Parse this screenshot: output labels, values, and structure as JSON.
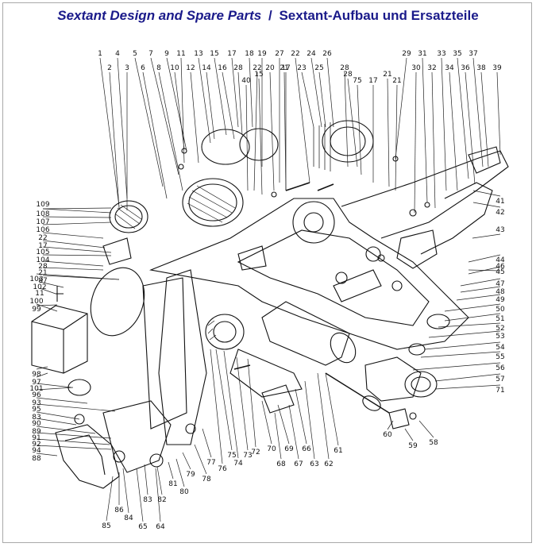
{
  "title": {
    "english": "Sextant Design and Spare Parts",
    "separator": "/",
    "german": "Sextant-Aufbau und Ersatzteile"
  },
  "colors": {
    "title": "#1a1a8a",
    "ink": "#111111",
    "frame": "#a9a9a9"
  },
  "part_numbers": {
    "top_row": [
      "1",
      "2",
      "3",
      "4",
      "5",
      "6",
      "7",
      "8",
      "9",
      "10",
      "11",
      "12",
      "13",
      "14",
      "15",
      "16",
      "17",
      "18",
      "19",
      "20",
      "21",
      "22",
      "23",
      "24",
      "25",
      "26",
      "27",
      "28",
      "28",
      "28",
      "29",
      "30",
      "31",
      "32",
      "33",
      "34",
      "35",
      "36",
      "37",
      "38",
      "39",
      "40",
      "15",
      "17",
      "17",
      "21",
      "21",
      "22",
      "75"
    ],
    "right_column": [
      "41",
      "42",
      "43",
      "44",
      "45",
      "46",
      "47",
      "48",
      "49",
      "50",
      "51",
      "52",
      "53",
      "54",
      "55",
      "56",
      "57",
      "71"
    ],
    "left_column": [
      "109",
      "108",
      "107",
      "106",
      "22",
      "17",
      "105",
      "104",
      "28",
      "21",
      "103",
      "87",
      "11",
      "102",
      "100",
      "99",
      "98",
      "97",
      "101",
      "96",
      "93",
      "95",
      "83",
      "90",
      "89",
      "91",
      "92",
      "94",
      "88"
    ],
    "bottom_row": [
      "85",
      "86",
      "84",
      "65",
      "83",
      "64",
      "82",
      "81",
      "80",
      "79",
      "78",
      "77",
      "76",
      "75",
      "74",
      "73",
      "72",
      "70",
      "69",
      "68",
      "67",
      "66",
      "63",
      "62",
      "61",
      "60",
      "59",
      "58"
    ]
  }
}
